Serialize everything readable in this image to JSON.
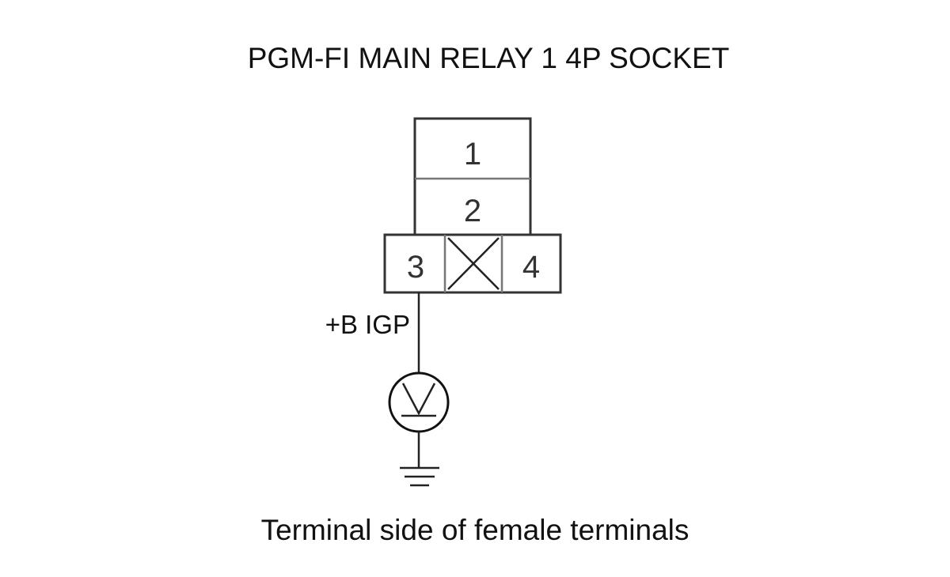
{
  "title": "PGM-FI MAIN RELAY 1 4P SOCKET",
  "caption": "Terminal side of female terminals",
  "connector": {
    "terminals": [
      {
        "number": "1"
      },
      {
        "number": "2"
      },
      {
        "number": "3"
      },
      {
        "number": "4"
      }
    ],
    "blocked_cavity": "empty"
  },
  "wire": {
    "label": "+B IGP",
    "from_terminal": "3"
  },
  "meter": {
    "type": "voltmeter",
    "icon": "voltmeter-icon",
    "symbol": "V"
  },
  "ground": {
    "icon": "ground-icon"
  },
  "colors": {
    "line": "#222222",
    "box_border": "#333333",
    "text": "#111111"
  }
}
